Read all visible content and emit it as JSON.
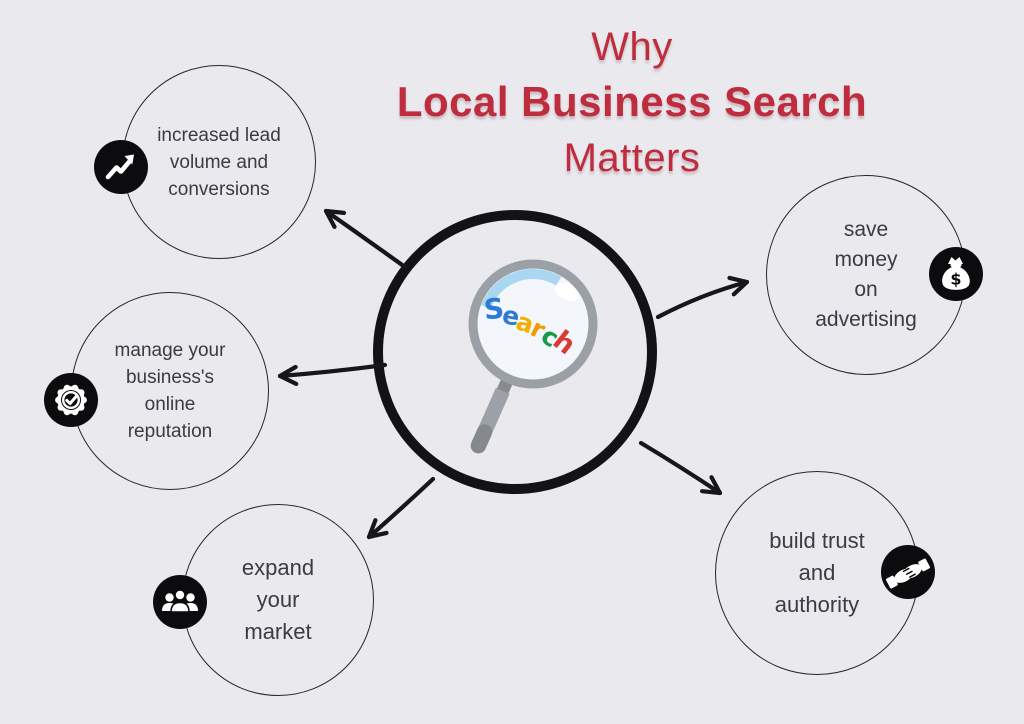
{
  "title": {
    "line1": "Why",
    "line2": "Local Business Search",
    "line3": "Matters",
    "color": "#bf2c3d"
  },
  "background_color": "#e9e9ee",
  "center": {
    "illustration": "magnifying-glass-search",
    "word": "Search",
    "letters": [
      {
        "char": "S",
        "color": "#2e7bd4"
      },
      {
        "char": "e",
        "color": "#2e7bd4"
      },
      {
        "char": "a",
        "color": "#f4b000"
      },
      {
        "char": "r",
        "color": "#f29a02"
      },
      {
        "char": "c",
        "color": "#159a49"
      },
      {
        "char": "h",
        "color": "#d83a35"
      }
    ]
  },
  "icons": {
    "dollar_glyph": "$"
  },
  "nodes": [
    {
      "id": "increased-leads",
      "icon": "trend-up-icon",
      "lines": [
        "increased lead",
        "volume and",
        "conversions"
      ]
    },
    {
      "id": "online-reputation",
      "icon": "verified-badge-icon",
      "lines": [
        "manage your",
        "business's",
        "online",
        "reputation"
      ]
    },
    {
      "id": "expand-market",
      "icon": "people-group-icon",
      "lines": [
        "expand",
        "your",
        "market"
      ]
    },
    {
      "id": "save-money",
      "icon": "money-bag-icon",
      "lines": [
        "save",
        "money",
        "on",
        "advertising"
      ]
    },
    {
      "id": "build-trust",
      "icon": "handshake-icon",
      "lines": [
        "build trust",
        "and",
        "authority"
      ]
    }
  ]
}
